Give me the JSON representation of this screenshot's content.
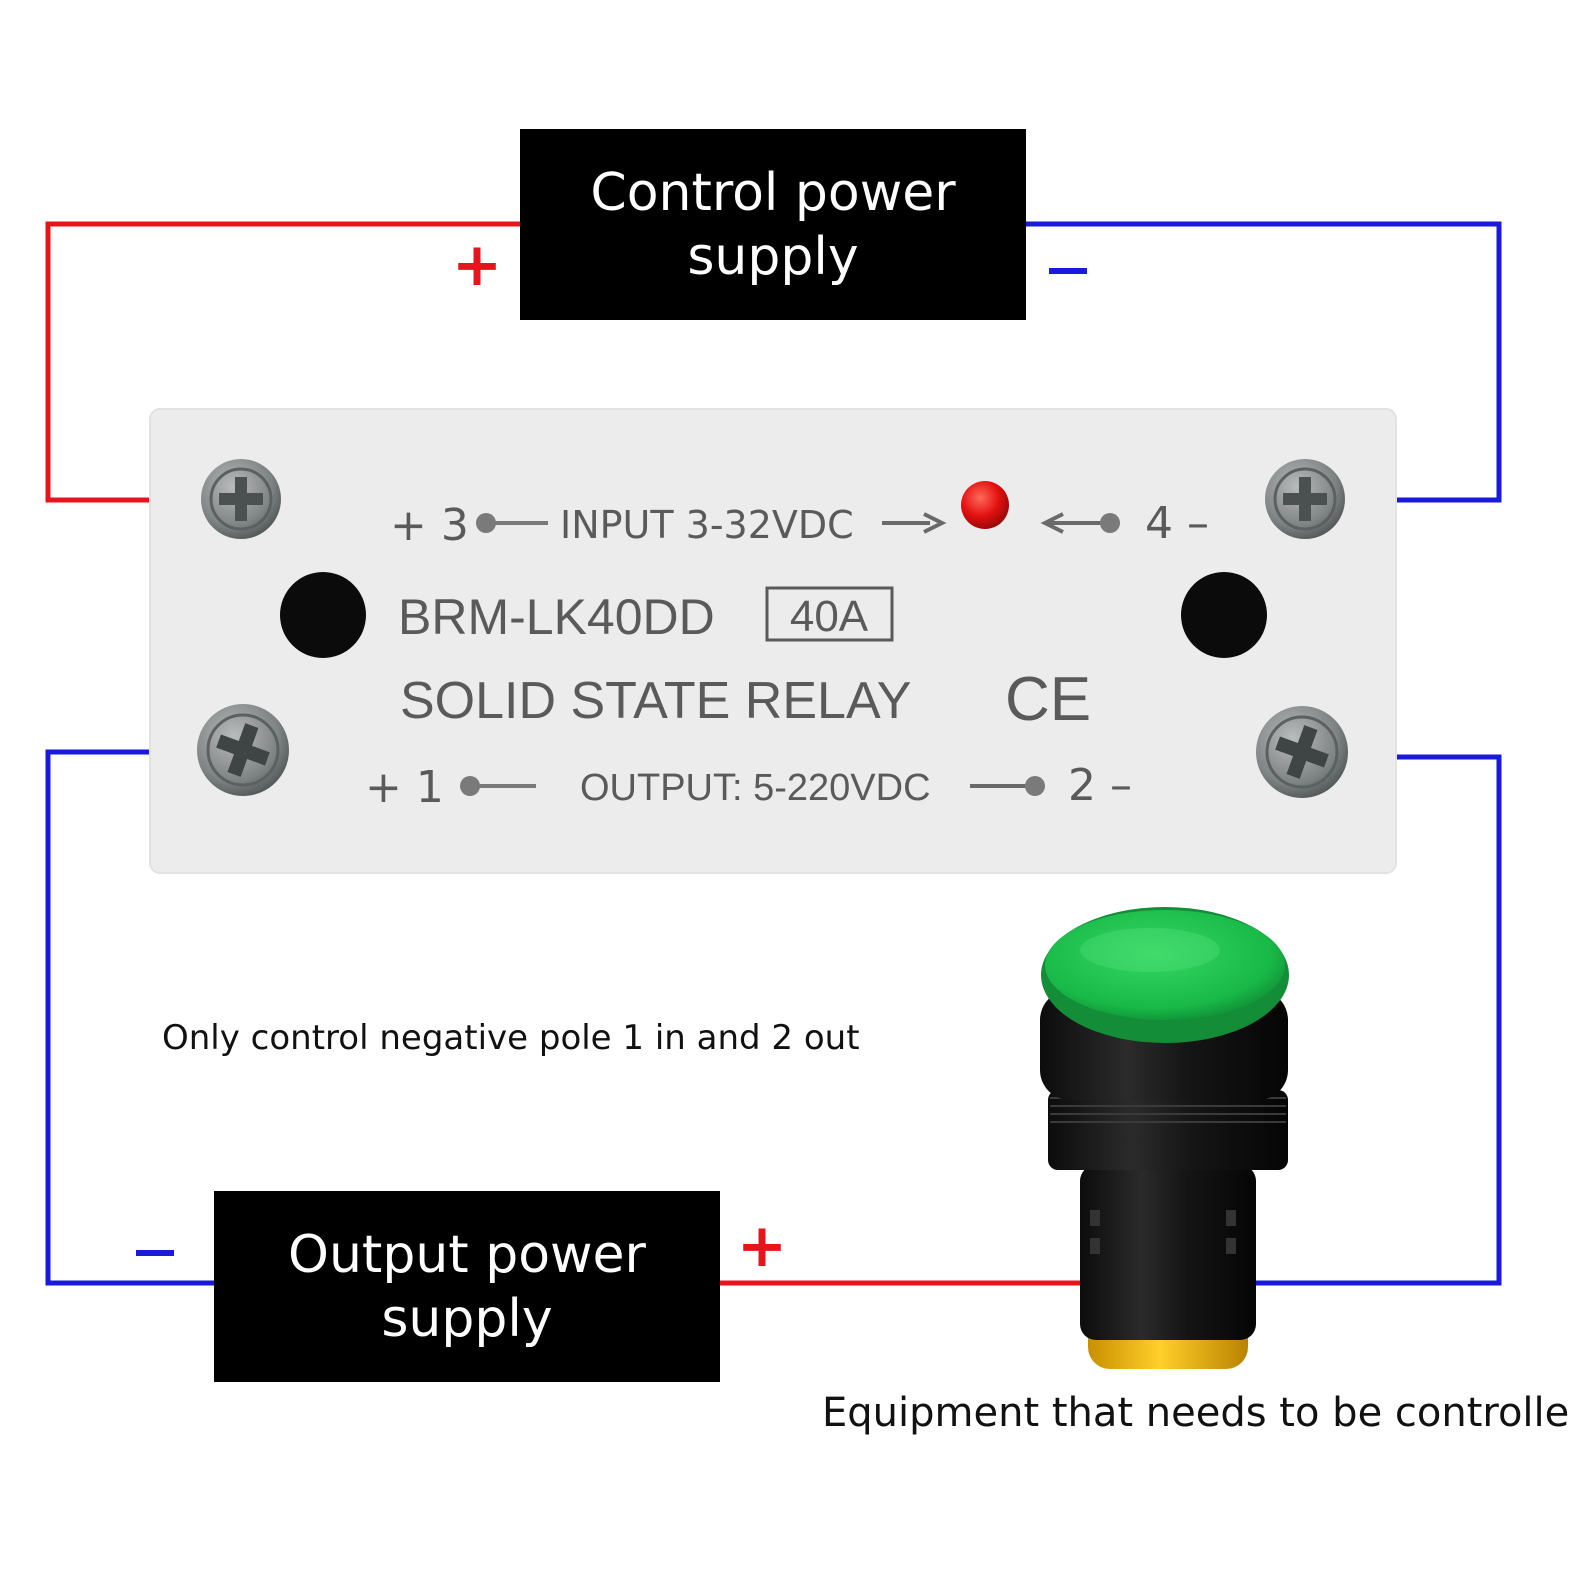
{
  "control_supply": {
    "line1": "Control power",
    "line2": "supply",
    "plus": "+",
    "minus": "–"
  },
  "output_supply": {
    "line1": "Output power",
    "line2": "supply",
    "plus": "+",
    "minus": "–"
  },
  "relay": {
    "input_left": "+ 3",
    "input_label": "INPUT 3-32VDC",
    "input_right": "4 –",
    "model": "BRM-LK40DD",
    "rating": "40A",
    "type": "SOLID STATE RELAY",
    "cert": "CE",
    "output_left": "+ 1",
    "output_label": "OUTPUT:  5-220VDC",
    "output_right": "2 –"
  },
  "note": "Only control negative pole 1 in and 2 out",
  "equipment_label": "Equipment that needs to be controlled",
  "colors": {
    "positive_wire": "#e8141c",
    "negative_wire": "#1a1adc",
    "relay_body": "#ececec",
    "relay_text": "#5a5a5a",
    "indicator_led": "#e31010",
    "lamp_lens": "#19c24a",
    "lamp_base": "#f2b500"
  }
}
